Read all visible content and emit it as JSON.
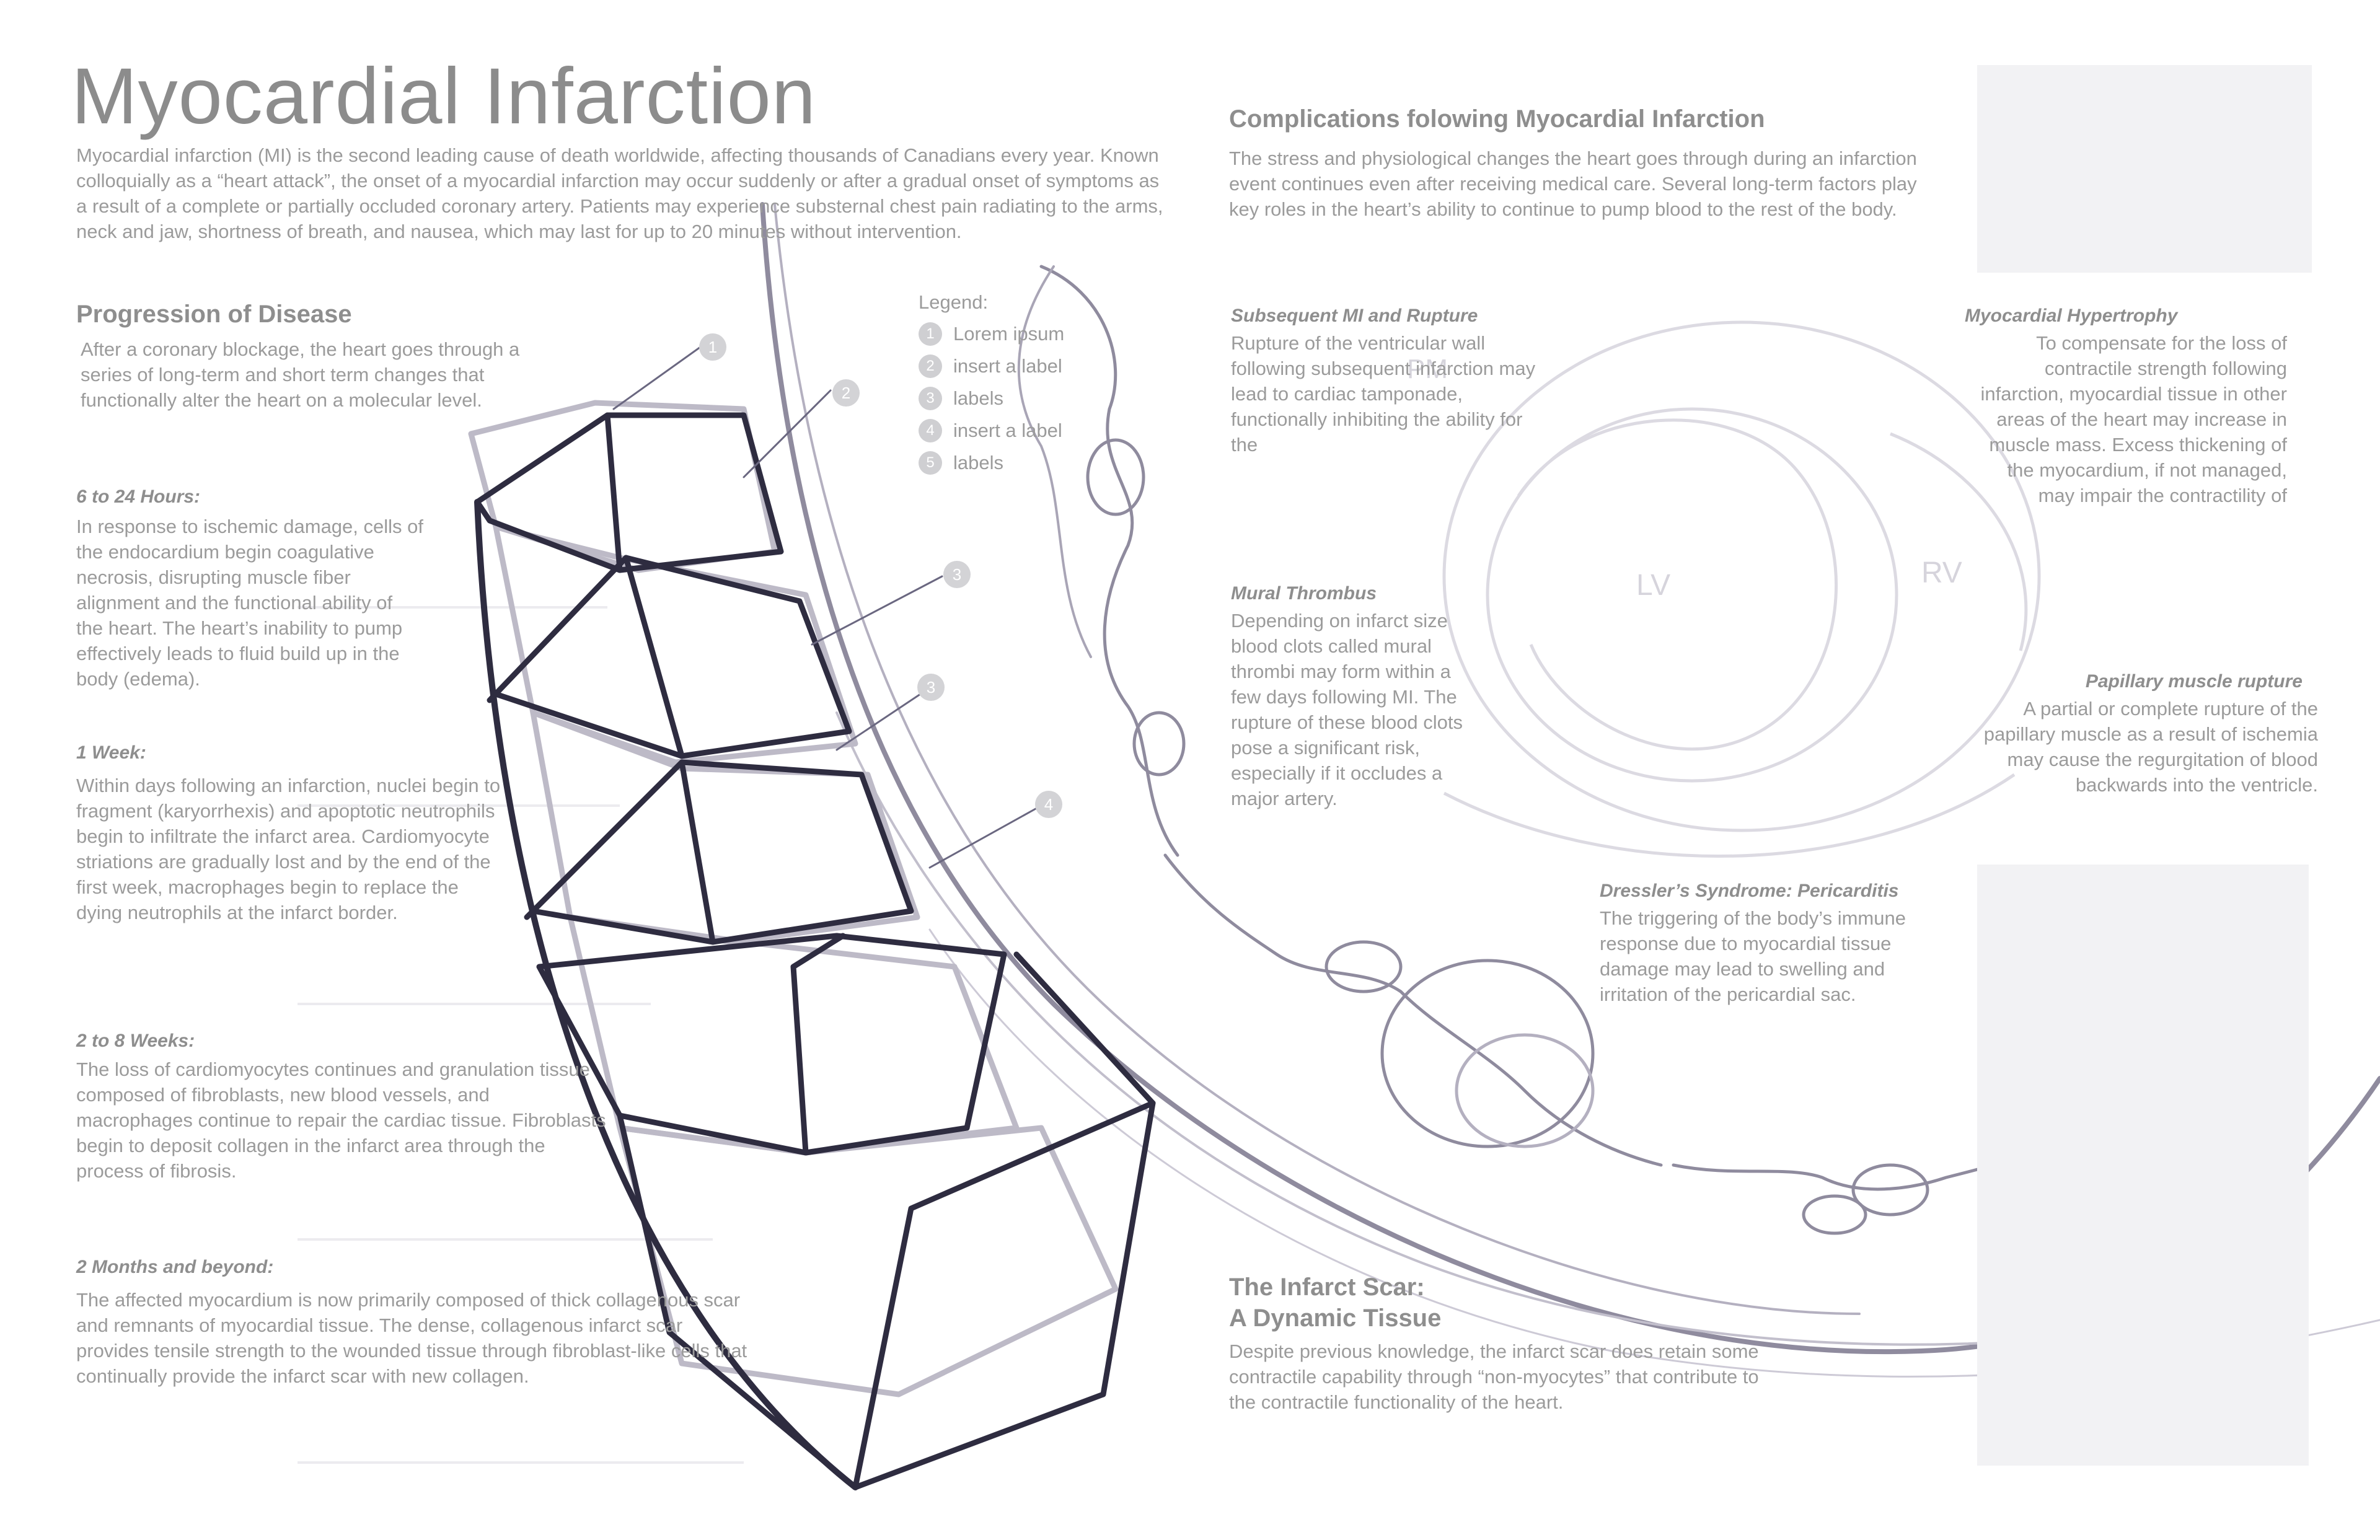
{
  "title": "Myocardial Infarction",
  "intro": "Myocardial infarction (MI) is the second leading cause of death worldwide, affecting thousands of Canadians every year. Known colloquially as a “heart attack”, the onset of a myocardial infarction may occur suddenly or after a gradual onset of symptoms as a result of a complete or partially occluded coronary artery. Patients may experience substernal chest pain radiating to the arms, neck and jaw, shortness of breath, and nausea, which may last for up to 20 minutes without intervention.",
  "progression": {
    "heading": "Progression of Disease",
    "text": "After a coronary blockage, the heart goes through a series of long-term and short term changes that functionally alter the heart on a molecular level.",
    "stages": [
      {
        "label": "6 to 24 Hours:",
        "text": "In response to ischemic damage, cells of the endocardium begin coagulative necrosis, disrupting muscle fiber alignment and the functional ability of the heart. The heart’s inability to pump effectively leads to fluid build up in the body (edema)."
      },
      {
        "label": "1 Week:",
        "text": "Within days following an infarction, nuclei begin to fragment (karyorrhexis) and apoptotic neutrophils begin to infiltrate the infarct area. Cardiomyocyte striations are gradually lost and by the end of the first week, macrophages begin to replace the dying neutrophils at the infarct border."
      },
      {
        "label": "2 to 8 Weeks:",
        "text": "The loss of cardiomyocytes continues and granulation tissue composed of fibroblasts, new blood vessels, and macrophages continue to repair the cardiac tissue. Fibroblasts begin to deposit collagen in the infarct area through the process of fibrosis."
      },
      {
        "label": "2 Months and beyond:",
        "text": "The affected myocardium is now primarily composed of thick collagenous scar and remnants of myocardial tissue. The dense, collagenous infarct scar provides tensile strength to the wounded tissue through fibroblast-like cells that continually provide the infarct scar with new collagen."
      }
    ]
  },
  "legend": {
    "title": "Legend:",
    "items": [
      {
        "num": "1",
        "label": "Lorem ipsum"
      },
      {
        "num": "2",
        "label": "insert a label"
      },
      {
        "num": "3",
        "label": "labels"
      },
      {
        "num": "4",
        "label": "insert a label"
      },
      {
        "num": "5",
        "label": "labels"
      }
    ]
  },
  "markers": [
    "1",
    "2",
    "3",
    "3",
    "4"
  ],
  "complications": {
    "heading": "Complications folowing Myocardial Infarction",
    "text": "The stress and physiological changes the heart goes through during an infarction event continues even after receiving medical care. Several long-term factors play key roles in the heart’s ability to continue to pump blood to the rest of the body.",
    "rupture": {
      "title": "Subsequent MI and Rupture",
      "text": "Rupture of the ventricular wall following subsequent infarction may lead to cardiac tamponade, functionally inhibiting the ability for the"
    },
    "hypertrophy": {
      "title": "Myocardial Hypertrophy",
      "text": "To compensate for the loss of contractile strength following infarction, myocardial tissue in other areas of the heart may increase in muscle mass. Excess thickening of the myocardium, if not managed, may impair the contractility of"
    },
    "thrombus": {
      "title": "Mural Thrombus",
      "text": "Depending on infarct size blood clots called mural thrombi may form within a few days following MI. The rupture of these blood clots pose a significant risk, especially if it occludes a major artery."
    },
    "papillary": {
      "title": "Papillary muscle rupture",
      "text": "A partial or complete rupture of the papillary muscle as a result of ischemia may cause the regurgitation of blood backwards into the ventricle."
    },
    "dressler": {
      "title": "Dressler’s Syndrome: Pericarditis",
      "text": "The triggering of the body’s immune response due to myocardial tissue damage may lead to swelling and irritation of the pericardial sac."
    }
  },
  "scar": {
    "title_line1": "The Infarct Scar:",
    "title_line2": "A Dynamic Tissue",
    "text": "Despite previous knowledge, the infarct scar does retain some contractile capability through “non-myocytes” that contribute to the contractile functionality of the heart."
  },
  "sketch_labels": {
    "lv": "LV",
    "rv": "RV",
    "pm": "PM"
  },
  "colors": {
    "ink": "#2e2c40",
    "sketch": "#9c98aa",
    "faint": "#d8d6de",
    "text": "#9b9b9b",
    "placeholder": "#f2f2f4"
  }
}
